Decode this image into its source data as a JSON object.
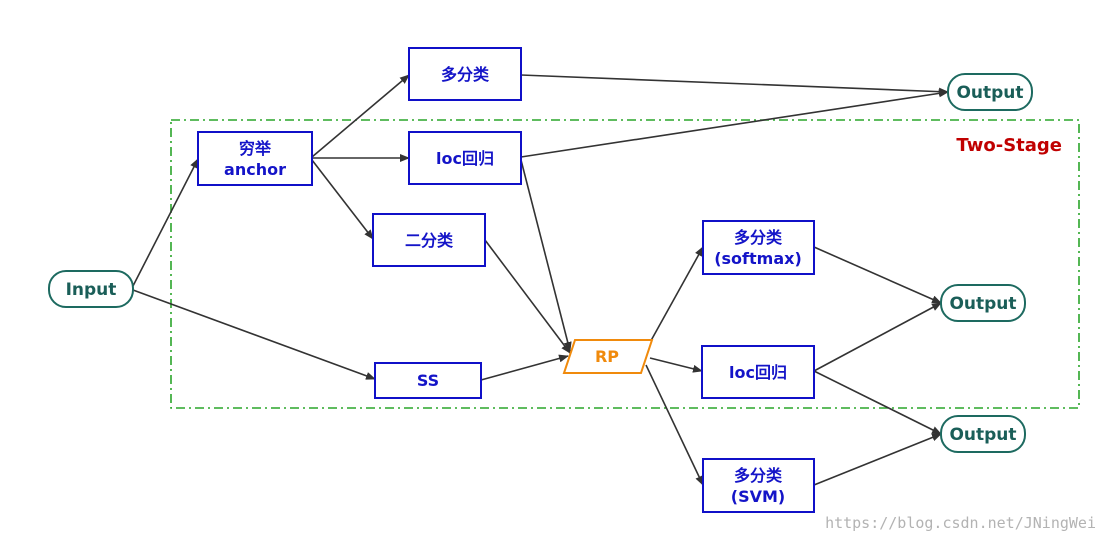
{
  "region": {
    "label": "Two-Stage",
    "color": "#c00000"
  },
  "colors": {
    "box": "#1010c8",
    "terminal": "#1d6a60",
    "proposal": "#f08a0c",
    "region": "#2aa52a",
    "arrow": "#333333"
  },
  "nodes": {
    "input": {
      "label": "Input"
    },
    "enum_anchor": {
      "label_lines": [
        "穷举",
        "anchor"
      ]
    },
    "multi_class_top": {
      "label": "多分类"
    },
    "loc_reg_top": {
      "label": "loc回归"
    },
    "binary_class": {
      "label": "二分类"
    },
    "ss": {
      "label": "SS"
    },
    "rp": {
      "label": "RP"
    },
    "multi_class_softmax": {
      "label_lines": [
        "多分类",
        "(softmax)"
      ]
    },
    "loc_reg_bottom": {
      "label": "loc回归"
    },
    "multi_class_svm": {
      "label_lines": [
        "多分类",
        "(SVM)"
      ]
    },
    "output_top": {
      "label": "Output"
    },
    "output_mid": {
      "label": "Output"
    },
    "output_bottom": {
      "label": "Output"
    }
  },
  "edges": [
    [
      "input",
      "enum_anchor"
    ],
    [
      "input",
      "ss"
    ],
    [
      "enum_anchor",
      "multi_class_top"
    ],
    [
      "enum_anchor",
      "loc_reg_top"
    ],
    [
      "enum_anchor",
      "binary_class"
    ],
    [
      "multi_class_top",
      "output_top"
    ],
    [
      "loc_reg_top",
      "output_top"
    ],
    [
      "loc_reg_top",
      "rp"
    ],
    [
      "binary_class",
      "rp"
    ],
    [
      "ss",
      "rp"
    ],
    [
      "rp",
      "multi_class_softmax"
    ],
    [
      "rp",
      "loc_reg_bottom"
    ],
    [
      "rp",
      "multi_class_svm"
    ],
    [
      "multi_class_softmax",
      "output_mid"
    ],
    [
      "loc_reg_bottom",
      "output_mid"
    ],
    [
      "loc_reg_bottom",
      "output_bottom"
    ],
    [
      "multi_class_svm",
      "output_bottom"
    ]
  ],
  "watermark": "https://blog.csdn.net/JNingWei"
}
